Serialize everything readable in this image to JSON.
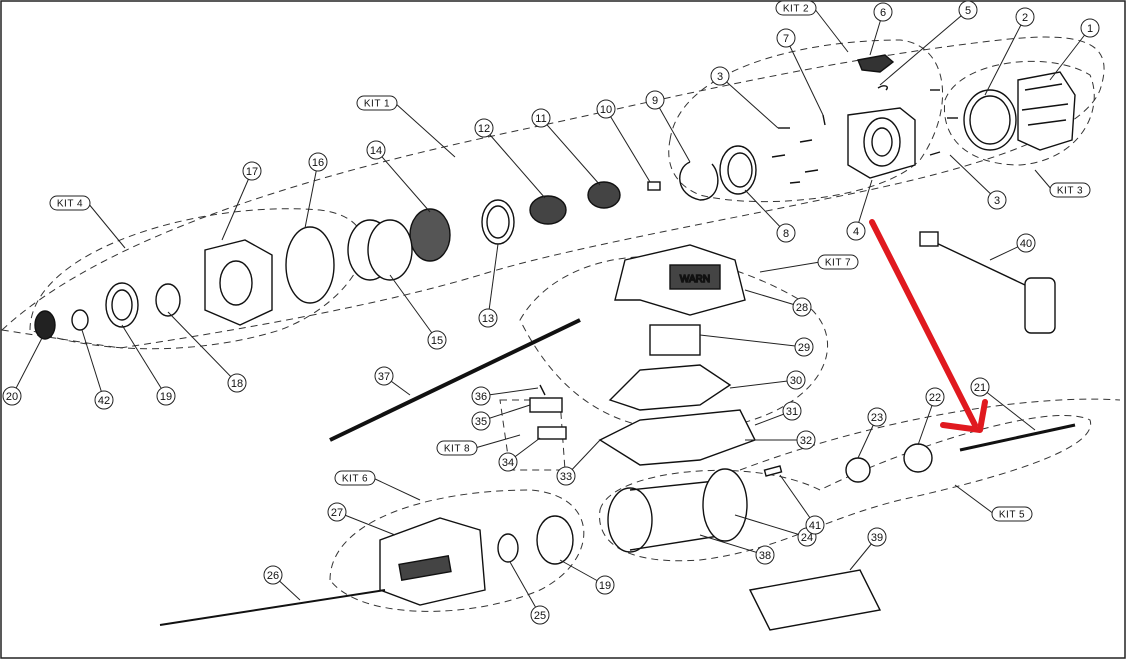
{
  "diagram": {
    "kits": [
      "KIT 1",
      "KIT 2",
      "KIT 3",
      "KIT 4",
      "KIT 5",
      "KIT 6",
      "KIT 7",
      "KIT 8"
    ],
    "callouts": [
      "1",
      "2",
      "3",
      "3",
      "4",
      "5",
      "6",
      "7",
      "8",
      "9",
      "10",
      "11",
      "12",
      "13",
      "14",
      "15",
      "16",
      "17",
      "18",
      "19",
      "19",
      "20",
      "21",
      "22",
      "23",
      "24",
      "25",
      "26",
      "27",
      "28",
      "29",
      "30",
      "31",
      "32",
      "33",
      "34",
      "35",
      "36",
      "37",
      "38",
      "39",
      "40",
      "41",
      "42"
    ],
    "brand_label": "WARN",
    "highlight_color": "#e0191f"
  }
}
